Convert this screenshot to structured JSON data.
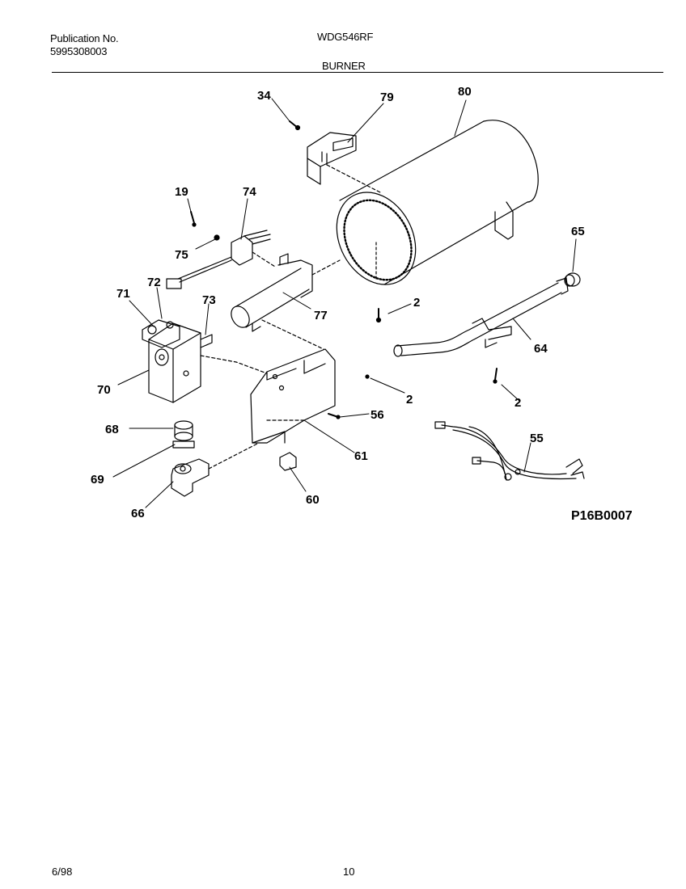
{
  "header": {
    "publication_label": "Publication No.",
    "publication_number": "5995308003",
    "model": "WDG546RF",
    "section": "BURNER"
  },
  "diagram": {
    "code": "P16B0007",
    "callouts": {
      "c34": "34",
      "c79": "79",
      "c80": "80",
      "c19": "19",
      "c74": "74",
      "c75": "75",
      "c65": "65",
      "c71": "71",
      "c72": "72",
      "c73": "73",
      "c77": "77",
      "c2a": "2",
      "c64": "64",
      "c70": "70",
      "c2b": "2",
      "c2c": "2",
      "c56": "56",
      "c68": "68",
      "c55": "55",
      "c61": "61",
      "c69": "69",
      "c60": "60",
      "c66": "66"
    }
  },
  "footer": {
    "date": "6/98",
    "page": "10"
  }
}
